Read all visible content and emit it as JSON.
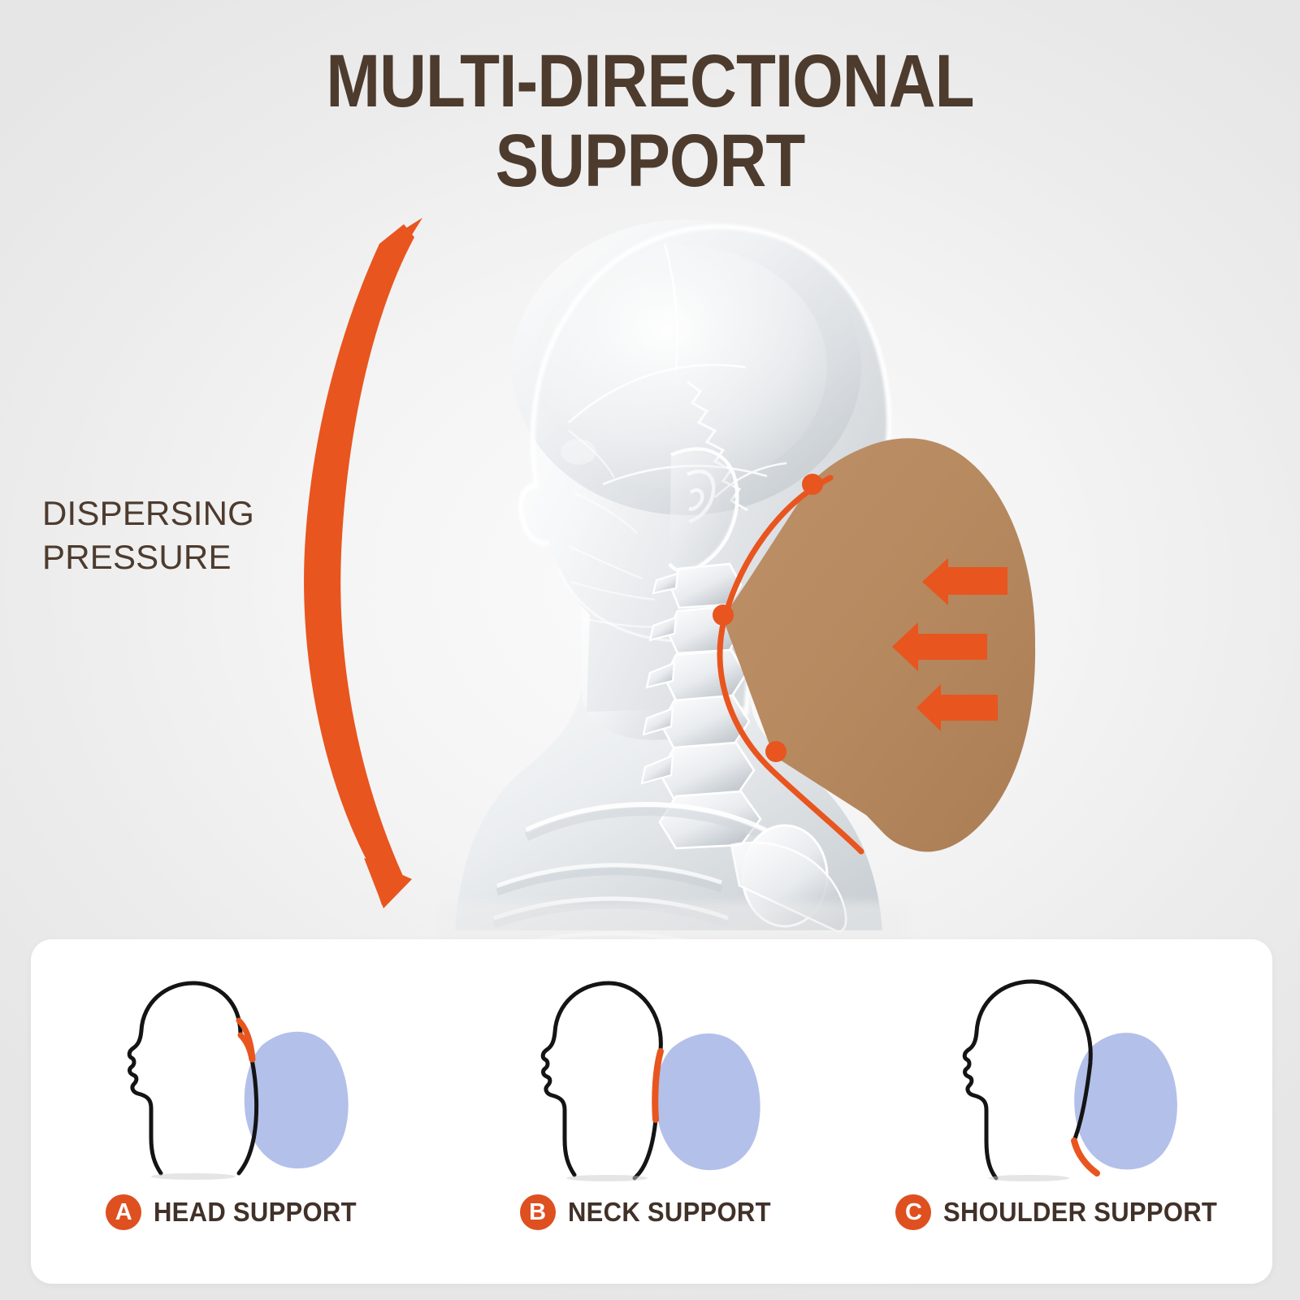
{
  "title": {
    "line1": "MULTI-DIRECTIONAL",
    "line2": "SUPPORT"
  },
  "annotations": {
    "dispersing_pressure_line1": "DISPERSING",
    "dispersing_pressure_line2": "PRESSURE"
  },
  "colors": {
    "title_brown": "#4d3b2e",
    "accent_orange": "#de5020",
    "arrow_orange": "#e8551f",
    "pillow_tan": "#b78a60",
    "diagram_pillow_blue": "#b3c0ea",
    "panel_white": "#ffffff",
    "background_gray": "#ececec",
    "label_text": "#413129",
    "outline_black": "#1a1a1a"
  },
  "main_illustration": {
    "subject": "x-ray-profile-head-neck-shoulder",
    "pillow_label": "contour-neck-pillow",
    "contact_points": 3,
    "pressure_arrows": 3,
    "pressure_arrow_direction": "left",
    "curved_arrow": "double-headed-curved-arrow"
  },
  "support_panel": {
    "cards": [
      {
        "badge": "A",
        "label": "HEAD SUPPORT",
        "highlight_region": "upper-back-of-head"
      },
      {
        "badge": "B",
        "label": "NECK SUPPORT",
        "highlight_region": "neck"
      },
      {
        "badge": "C",
        "label": "SHOULDER SUPPORT",
        "highlight_region": "shoulder"
      }
    ]
  }
}
